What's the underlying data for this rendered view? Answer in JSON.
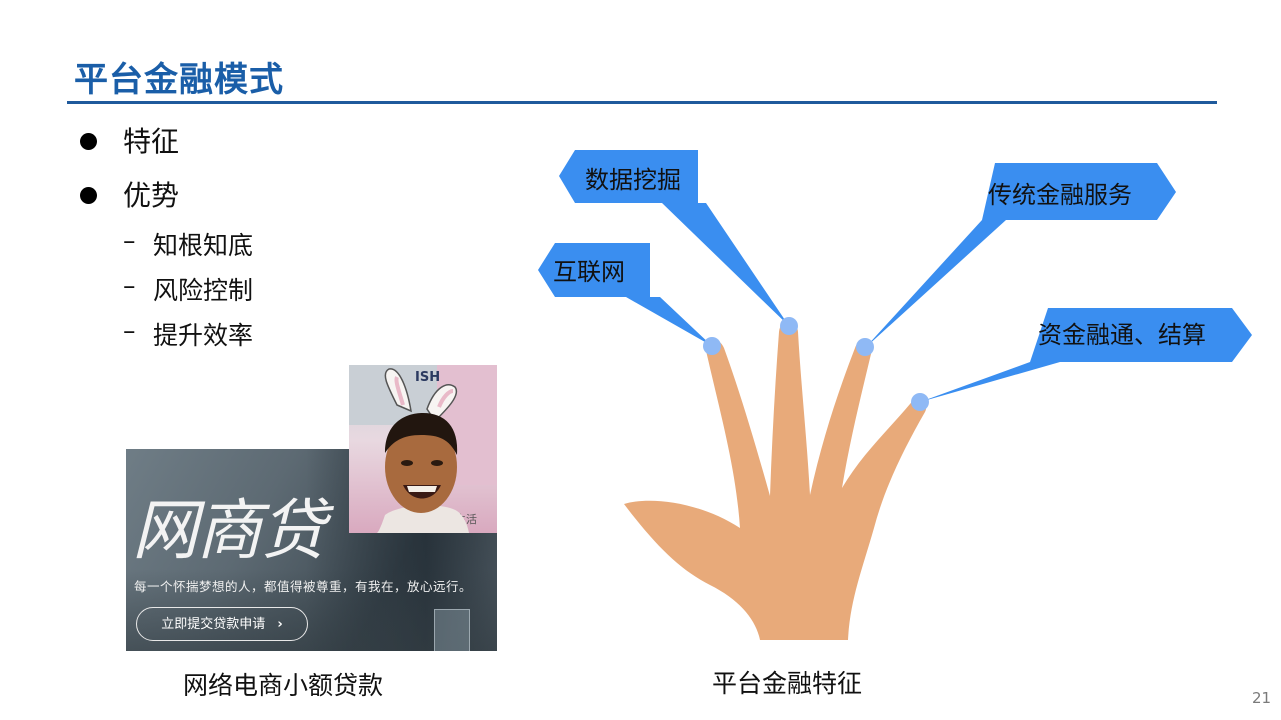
{
  "slide": {
    "title": "平台金融模式",
    "page_number": "21"
  },
  "bullets": [
    {
      "label": "特征"
    },
    {
      "label": "优势",
      "sub": [
        "知根知底",
        "风险控制",
        "提升效率"
      ]
    }
  ],
  "dash_symbol": "–",
  "banner": {
    "big_text": "网商贷",
    "slogan": "每一个怀揣梦想的人，都值得被尊重，有我在，放心远行。",
    "button_label": "立即提交贷款申请",
    "button_arrow": "›"
  },
  "photo": {
    "sign_text_top": "ISH",
    "sign_text_bottom": "生活"
  },
  "captions": {
    "left": "网络电商小额贷款",
    "right": "平台金融特征"
  },
  "hand_callouts": [
    "数据挖掘",
    "传统金融服务",
    "互联网",
    "资金融通、结算"
  ],
  "colors": {
    "title": "#1a5ea8",
    "rule": "#1f5a9c",
    "callout": "#3a8ef0",
    "hand": "#e8aa7a",
    "fingertip": "#8fb9f5"
  }
}
